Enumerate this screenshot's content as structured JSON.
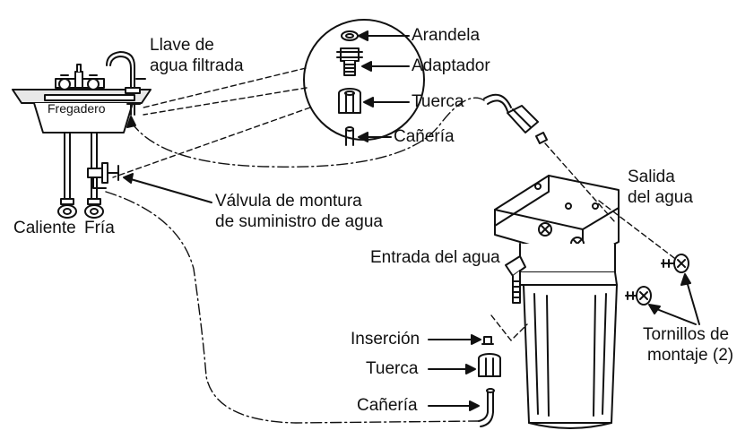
{
  "colors": {
    "ink": "#111111",
    "paper": "#ffffff",
    "light": "#e6e6e6"
  },
  "labels": {
    "faucet": [
      "Llave de",
      "agua filtrada"
    ],
    "sink": "Fregadero",
    "hot": "Caliente",
    "cold": "Fría",
    "saddle_valve": [
      "Válvula de montura",
      "de suministro de agua"
    ],
    "washer": "Arandela",
    "adapter": "Adaptador",
    "nut_top": "Tuerca",
    "tubing_top": "Cañería",
    "outlet": [
      "Salida",
      "del agua"
    ],
    "inlet": "Entrada del agua",
    "insert": "Inserción",
    "nut_bottom": "Tuerca",
    "tubing_bottom": "Cañería",
    "screws": [
      "Tornillos de",
      "montaje (2)"
    ]
  }
}
